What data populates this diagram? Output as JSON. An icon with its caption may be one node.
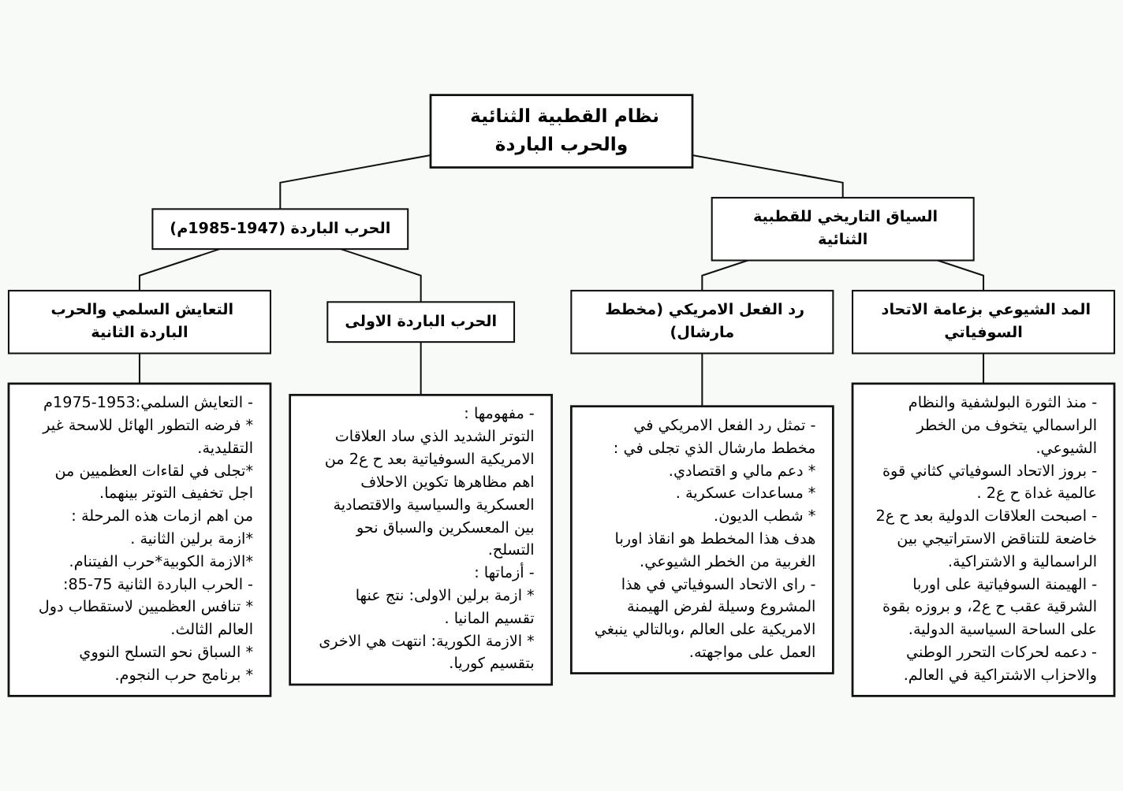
{
  "diagram": {
    "nodes": [
      {
        "text": [
          "نظام القطبية الثنائية والحرب الباردة"
        ]
      },
      {
        "text": [
          "السياق التاريخي للقطبية الثنائية"
        ]
      },
      {
        "text": [
          "الحرب الباردة (1947-1985م)"
        ]
      },
      {
        "text": [
          "المد الشيوعي بزعامة الاتحاد السوفياتي"
        ]
      },
      {
        "text": [
          "رد الفعل الامريكي (مخطط مارشال)"
        ]
      },
      {
        "text": [
          "الحرب الباردة الاولى"
        ]
      },
      {
        "text": [
          "التعايش السلمي والحرب الباردة الثانية"
        ]
      },
      {
        "text": [
          "- منذ الثورة البولشفية والنظام الراسمالي يتخوف من الخطر الشيوعي.",
          "- بروز الاتحاد السوفياتي كثاني قوة عالمية غداة ح ع2 .",
          "- اصبحت العلاقات الدولية بعد ح ع2 خاضعة للتناقض الاستراتيجي بين الراسمالية و الاشتراكية.",
          "- الهيمنة السوفياتية على اوربا الشرقية عقب ح ع2، و بروزه بقوة على الساحة السياسية الدولية.",
          "- دعمه لحركات التحرر الوطني والاحزاب الاشتراكية في العالم."
        ]
      },
      {
        "text": [
          "- تمثل رد الفعل الامريكي في مخطط مارشال الذي تجلى في :",
          "* دعم مالي و اقتصادي.",
          "* مساعدات عسكرية .",
          "* شطب الديون.",
          "هدف هذا المخطط هو انقاذ اوربا الغربية من الخطر الشيوعي.",
          "- راى الاتحاد السوفياتي في هذا المشروع وسيلة لفرض الهيمنة الامريكية على العالم ،وبالتالي ينبغي العمل على مواجهته."
        ]
      },
      {
        "text": [
          "- مفهومها :",
          "التوتر الشديد الذي ساد العلاقات الامريكية السوفياتية بعد ح ع2 من اهم مظاهرها تكوين الاحلاف العسكرية والسياسية والاقتصادية بين المعسكرين والسباق نحو التسلح.",
          "- أزماتها :",
          "* ازمة برلين الاولى: نتج عنها تقسيم المانيا .",
          "* الازمة الكورية: انتهت هي الاخرى بتقسيم كوريا."
        ]
      },
      {
        "text": [
          "- التعايش السلمي:1953-1975م",
          "* فرضه التطور الهائل للاسحة غير التقليدية.",
          "*تجلى في لقاءات العظميين من اجل تخفيف التوتر بينهما.",
          "من اهم ازمات هذه المرحلة :",
          "*ازمة برلين الثانية .",
          "*الازمة الكوبية*حرب الفيتنام.",
          "- الحرب الباردة الثانية 75-85:",
          "* تنافس العظميين لاستقطاب دول العالم الثالث.",
          "* السباق نحو التسلح النووي",
          "* برنامج حرب النجوم."
        ]
      }
    ],
    "edges": [
      {
        "from": 0,
        "to": 2,
        "arrow": "none"
      },
      {
        "from": 0,
        "to": 1,
        "arrow": "none"
      },
      {
        "from": 2,
        "to": 6,
        "arrow": "none"
      },
      {
        "from": 2,
        "to": 5,
        "arrow": "none"
      },
      {
        "from": 1,
        "to": 4,
        "arrow": "none"
      },
      {
        "from": 1,
        "to": 3,
        "arrow": "none"
      },
      {
        "from": 6,
        "to": 10,
        "arrow": "none"
      },
      {
        "from": 5,
        "to": 9,
        "arrow": "none"
      },
      {
        "from": 4,
        "to": 8,
        "arrow": "none"
      },
      {
        "from": 3,
        "to": 7,
        "arrow": "none"
      }
    ]
  }
}
